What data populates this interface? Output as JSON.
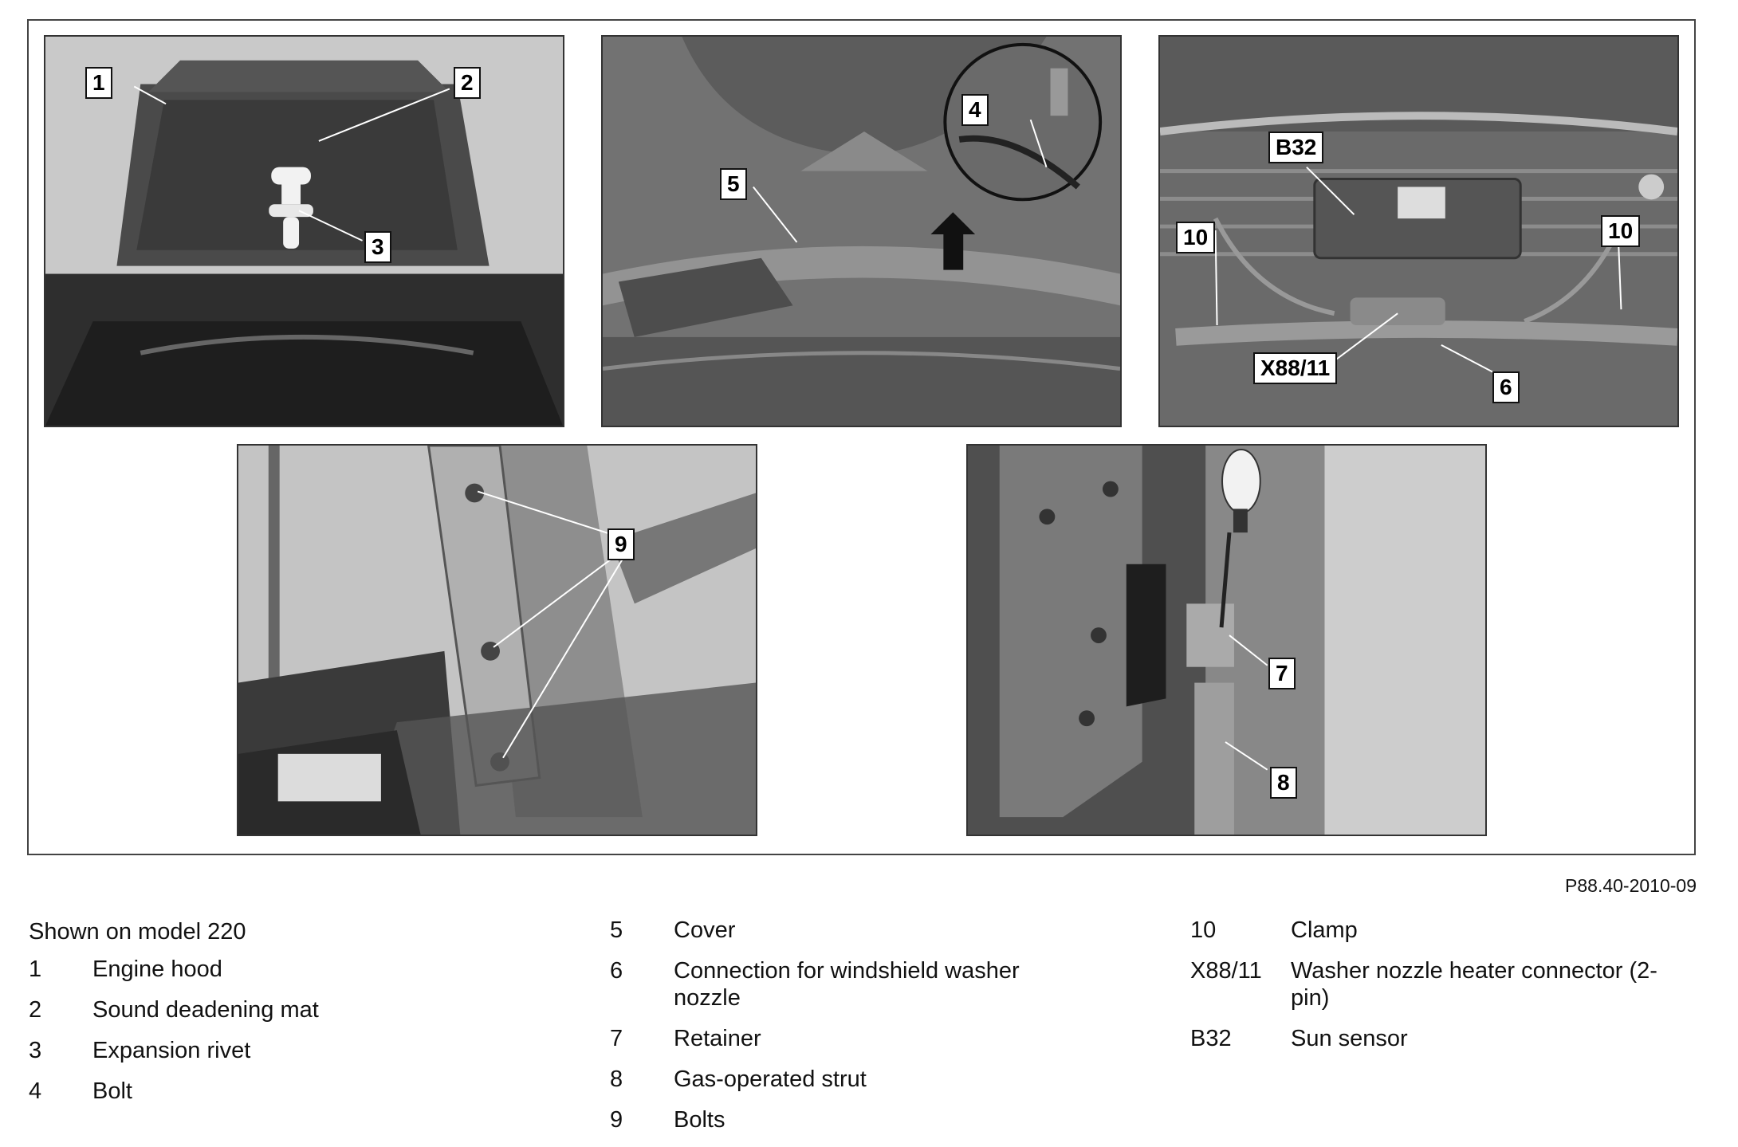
{
  "figure_ref": "P88.40-2010-09",
  "callouts": {
    "p1": [
      "1",
      "2",
      "3"
    ],
    "p2": [
      "4",
      "5"
    ],
    "p3": [
      "B32",
      "10",
      "10",
      "X88/11",
      "6"
    ],
    "p4": [
      "9"
    ],
    "p5": [
      "7",
      "8"
    ]
  },
  "legend": {
    "caption": "Shown on model 220",
    "col1": [
      {
        "num": "1",
        "text": "Engine hood"
      },
      {
        "num": "2",
        "text": "Sound deadening mat"
      },
      {
        "num": "3",
        "text": "Expansion rivet"
      },
      {
        "num": "4",
        "text": "Bolt"
      }
    ],
    "col2": [
      {
        "num": "5",
        "text": "Cover"
      },
      {
        "num": "6",
        "text": "Connection for windshield washer nozzle"
      },
      {
        "num": "7",
        "text": "Retainer"
      },
      {
        "num": "8",
        "text": "Gas-operated strut"
      },
      {
        "num": "9",
        "text": "Bolts"
      }
    ],
    "col3": [
      {
        "num": "10",
        "text": "Clamp"
      },
      {
        "num": "X88/11",
        "text": "Washer nozzle heater connector (2-pin)"
      },
      {
        "num": "B32",
        "text": "Sun sensor"
      }
    ]
  }
}
